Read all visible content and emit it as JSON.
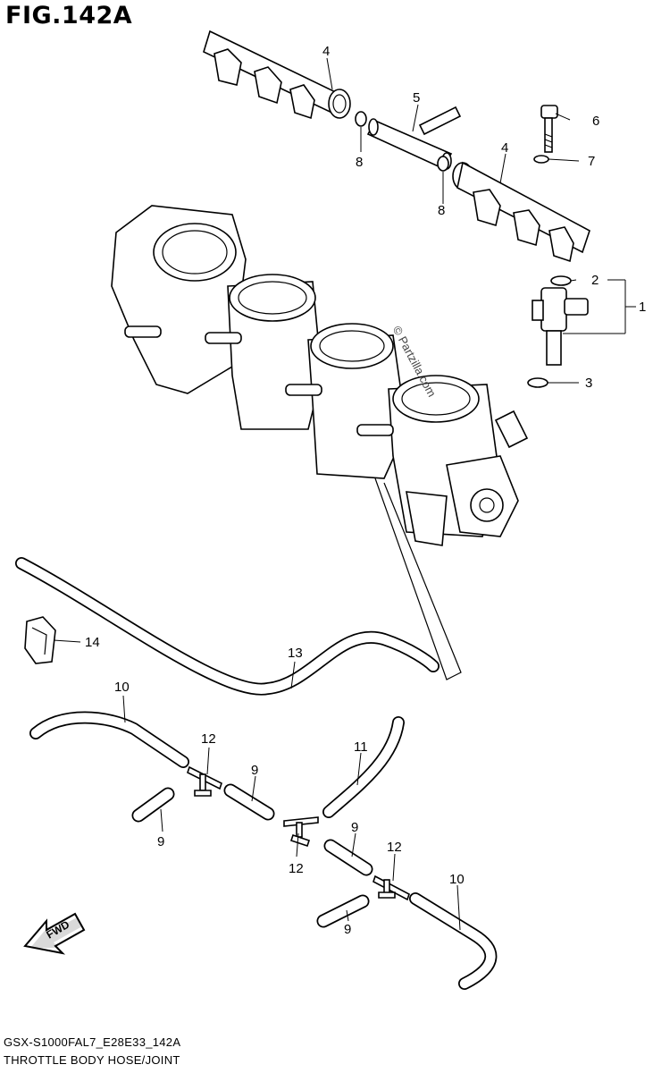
{
  "figure": {
    "title": "FIG.142A",
    "code": "GSX-S1000FAL7_E28E33_142A",
    "caption": "THROTTLE BODY HOSE/JOINT",
    "watermark": "© Partzilla.com"
  },
  "callouts": {
    "c1": "1",
    "c2": "2",
    "c3": "3",
    "c4a": "4",
    "c4b": "4",
    "c5": "5",
    "c6": "6",
    "c7": "7",
    "c8a": "8",
    "c8b": "8",
    "c9a": "9",
    "c9b": "9",
    "c9c": "9",
    "c9d": "9",
    "c10a": "10",
    "c10b": "10",
    "c11": "11",
    "c12a": "12",
    "c12b": "12",
    "c12c": "12",
    "c13": "13",
    "c14": "14"
  },
  "fwd_label": "FWD"
}
